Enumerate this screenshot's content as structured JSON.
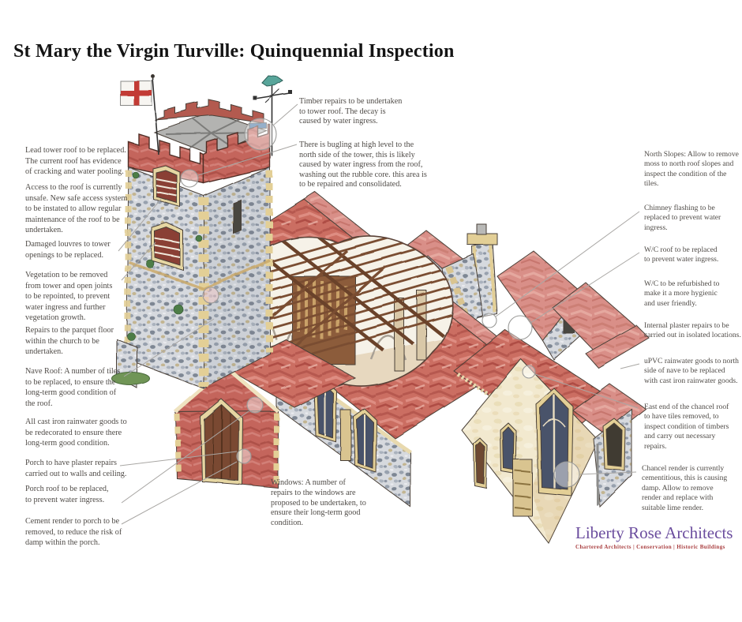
{
  "title": "St Mary the Virgin Turville: Quinquennial Inspection",
  "notes": [
    {
      "id": "lead-tower-roof",
      "text": "Lead tower roof to be replaced.\nThe current roof has evidence\nof cracking and water pooling."
    },
    {
      "id": "roof-access",
      "text": "Access to the roof is currently\nunsafe. New safe access system\nto be instated to allow regular\nmaintenance of the roof to be\nundertaken."
    },
    {
      "id": "tower-louvres",
      "text": "Damaged louvres to tower\nopenings to be replaced."
    },
    {
      "id": "vegetation",
      "text": "Vegetation to be removed\nfrom tower and open joints\nto be repointed, to prevent\nwater ingress and further\nvegetation growth."
    },
    {
      "id": "parquet-floor",
      "text": "Repairs to the parquet floor\nwithin the church to be\nundertaken."
    },
    {
      "id": "nave-roof",
      "text": "Nave Roof: A number of tiles\nto be replaced, to ensure the\nlong-term good condition of\nthe roof."
    },
    {
      "id": "rainwater-goods",
      "text": "All cast iron rainwater goods to\nbe redecorated to ensure there\nlong-term good condition."
    },
    {
      "id": "porch-plaster",
      "text": "Porch to have plaster repairs\ncarried out to walls and ceiling."
    },
    {
      "id": "porch-roof",
      "text": "Porch roof to be replaced,\nto prevent water ingress."
    },
    {
      "id": "cement-render",
      "text": "Cement render to porch to be\nremoved, to reduce the risk of\ndamp within the porch."
    },
    {
      "id": "tower-timber",
      "text": "Timber repairs to be undertaken\nto tower roof. The decay is\ncaused by water ingress."
    },
    {
      "id": "tower-bulging",
      "text": "There is bugling at high level to the\nnorth side of the tower, this is likely\ncaused by water ingress from the roof,\nwashing out the rubble core. this area is\nto be repaired and consolidated."
    },
    {
      "id": "north-slopes",
      "text": "North Slopes: Allow to remove\nmoss to north roof slopes and\ninspect the condition of the\ntiles."
    },
    {
      "id": "chimney-flashing",
      "text": "Chimney flashing to be\nreplaced to prevent water\ningress."
    },
    {
      "id": "wc-roof",
      "text": "W/C roof to be replaced\nto prevent water ingress."
    },
    {
      "id": "wc-refurbish",
      "text": "W/C to be refurbished to\nmake it a more hygienic\nand user friendly."
    },
    {
      "id": "internal-plaster",
      "text": "Internal plaster repairs to be\ncarried out in isolated locations."
    },
    {
      "id": "upvc-rainwater",
      "text": "uPVC rainwater goods to north\nside of nave to be replaced\nwith cast iron rainwater goods."
    },
    {
      "id": "chancel-east-end",
      "text": "East end of the chancel roof\nto have tiles removed, to\ninspect condition of timbers\nand carry out necessary\nrepairs."
    },
    {
      "id": "chancel-render",
      "text": "Chancel render is currently\ncementitious, this is causing\ndamp. Allow to remove\nrender and replace with\nsuitable lime render."
    },
    {
      "id": "windows",
      "text": "Windows: A number of\nrepairs to the windows are\nproposed to be undertaken, to\nensure their long-term good\ncondition."
    }
  ],
  "logo": {
    "name": "Liberty Rose Architects",
    "tagline": "Chartered Architects | Conservation | Historic Buildings"
  },
  "colors": {
    "logo_purple": "#6b4d9e",
    "tagline_red": "#a93e3f",
    "note_text": "#4f4b47",
    "leader_line": "#a9a7a4",
    "roof_red": "#cb6e62",
    "roof_pink": "#d98f88",
    "brick_red": "#c4655c",
    "flint_grey": "#d3d7dd",
    "cream_wall": "#f2e9cf",
    "quoin_tan": "#e3cf96",
    "lead_grey": "#b3b3b1",
    "flag_cross_red": "#c23b34",
    "weathervane_teal": "#58a59a"
  },
  "icons": {
    "flag": "st-george-cross-flag",
    "weathervane": "bird-weathervane"
  }
}
